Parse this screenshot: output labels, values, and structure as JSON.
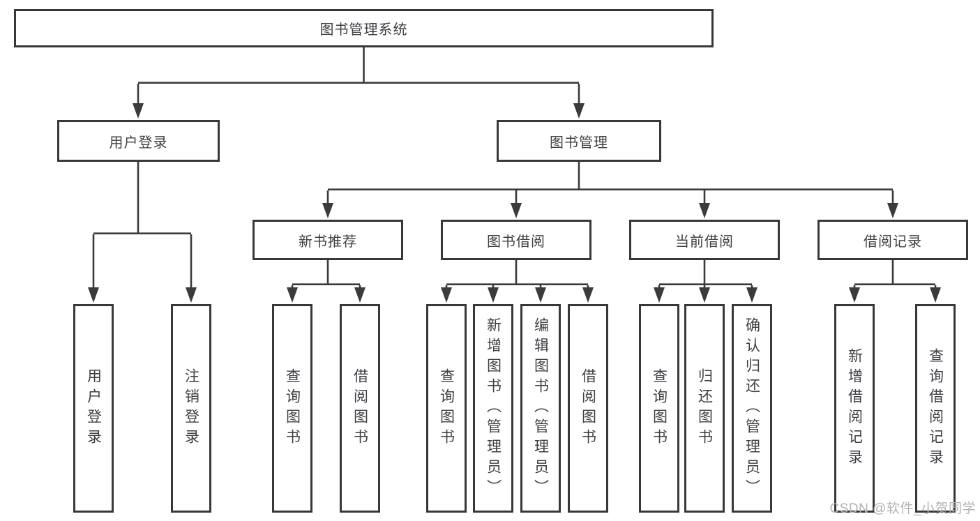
{
  "diagram": {
    "type": "hierarchy-tree",
    "title": "图书管理系统"
  },
  "colors": {
    "line": "#3b3b3b",
    "box_border": "#383838",
    "text": "#3f3f46",
    "watermark": "#b3b3b3",
    "background": "#ffffff"
  },
  "tree": {
    "root": {
      "label": "图书管理系统"
    },
    "branches": [
      {
        "label": "用户登录",
        "children": [
          {
            "label": "用户登录"
          },
          {
            "label": "注销登录"
          }
        ]
      },
      {
        "label": "图书管理",
        "children": [
          {
            "label": "新书推荐",
            "children": [
              {
                "label": "查询图书"
              },
              {
                "label": "借阅图书"
              }
            ]
          },
          {
            "label": "图书借阅",
            "children": [
              {
                "label": "查询图书"
              },
              {
                "label": "新增图书（管理员）"
              },
              {
                "label": "编辑图书（管理员）"
              },
              {
                "label": "借阅图书"
              }
            ]
          },
          {
            "label": "当前借阅",
            "children": [
              {
                "label": "查询图书"
              },
              {
                "label": "归还图书"
              },
              {
                "label": "确认归还（管理员）"
              }
            ]
          },
          {
            "label": "借阅记录",
            "children": [
              {
                "label": "新增借阅记录"
              },
              {
                "label": "查询借阅记录"
              }
            ]
          }
        ]
      }
    ]
  },
  "watermark": "CSDN @软件_小贺同学"
}
